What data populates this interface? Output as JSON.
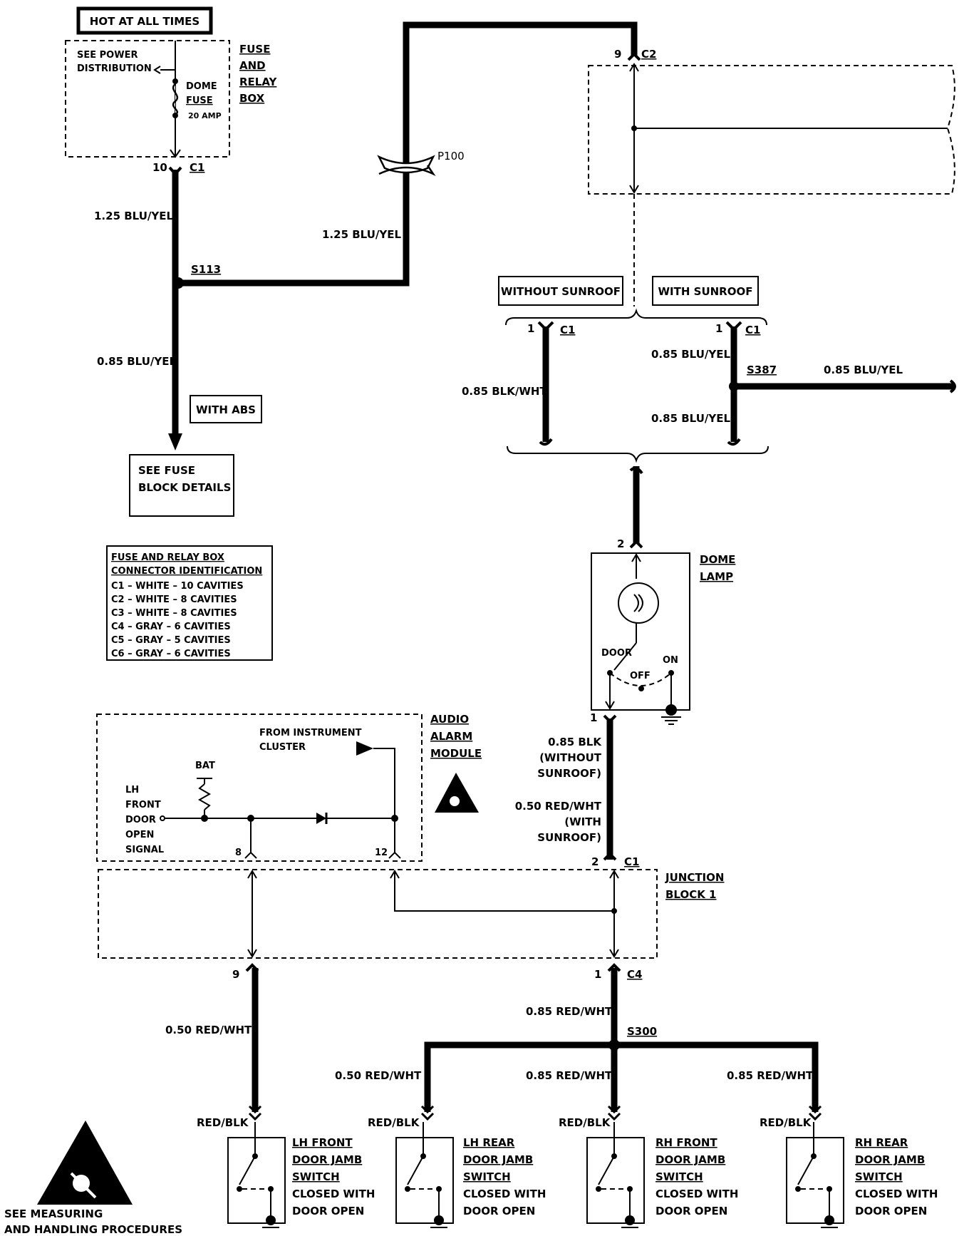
{
  "fuse_box": {
    "hot_label": "HOT AT ALL TIMES",
    "see_power_1": "SEE POWER",
    "see_power_2": "DISTRIBUTION",
    "dome_1": "DOME",
    "fuse": "FUSE",
    "amp": "20 AMP",
    "title": [
      "FUSE",
      "AND",
      "RELAY",
      "BOX"
    ],
    "pin": "10",
    "conn": "C1"
  },
  "left_branch": {
    "wire_top": "1.25 BLU/YEL",
    "splice": "S113",
    "wire_bottom": "0.85 BLU/YEL",
    "with_abs": "WITH ABS",
    "see_fuse_1": "SEE FUSE",
    "see_fuse_2": "BLOCK DETAILS"
  },
  "p100": {
    "label": "P100",
    "wire": "1.25 BLU/YEL"
  },
  "c2": {
    "pin": "9",
    "conn": "C2"
  },
  "connector_id": {
    "title_1": "FUSE AND RELAY BOX",
    "title_2": "CONNECTOR IDENTIFICATION",
    "rows": [
      "C1 – WHITE – 10 CAVITIES",
      "C2 – WHITE – 8 CAVITIES",
      "C3 – WHITE – 8 CAVITIES",
      "C4 – GRAY – 6 CAVITIES",
      "C5 – GRAY – 5 CAVITIES",
      "C6 – GRAY – 6 CAVITIES"
    ]
  },
  "sunroof": {
    "without": "WITHOUT SUNROOF",
    "with": "WITH SUNROOF",
    "pin_without": "1",
    "conn_without": "C1",
    "pin_with": "1",
    "conn_with": "C1",
    "wire_without": "0.85 BLK/WHT",
    "wire_with_top": "0.85 BLU/YEL",
    "splice": "S387",
    "wire_right": "0.85 BLU/YEL",
    "wire_with_bottom": "0.85 BLU/YEL"
  },
  "dome_lamp": {
    "pin_top": "2",
    "title": [
      "DOME",
      "LAMP"
    ],
    "door": "DOOR",
    "on": "ON",
    "off": "OFF",
    "pin_bottom": "1"
  },
  "mid_wire": {
    "line1": "0.85 BLK",
    "line2": "(WITHOUT",
    "line3": "SUNROOF)",
    "line4": "0.50 RED/WHT",
    "line5": "(WITH",
    "line6": "SUNROOF)",
    "pin": "2",
    "conn": "C1"
  },
  "audio_alarm": {
    "from_1": "FROM INSTRUMENT",
    "from_2": "CLUSTER",
    "bat": "BAT",
    "signal": [
      "LH",
      "FRONT",
      "DOOR",
      "OPEN",
      "SIGNAL"
    ],
    "pin_8": "8",
    "pin_12": "12",
    "title": [
      "AUDIO",
      "ALARM",
      "MODULE"
    ]
  },
  "junction": {
    "title": [
      "JUNCTION",
      "BLOCK 1"
    ],
    "pin_left": "9",
    "pin_right": "1",
    "conn_right": "C4"
  },
  "bottom": {
    "wire_left": "0.50 RED/WHT",
    "wire_main": "0.85 RED/WHT",
    "splice": "S300",
    "wire_b2": "0.50 RED/WHT",
    "wire_b3": "0.85 RED/WHT",
    "wire_b4": "0.85 RED/WHT",
    "switch_wire": "RED/BLK",
    "switches": [
      {
        "name": [
          "LH FRONT",
          "DOOR JAMB",
          "SWITCH"
        ],
        "note": [
          "CLOSED WITH",
          "DOOR OPEN"
        ]
      },
      {
        "name": [
          "LH REAR",
          "DOOR JAMB",
          "SWITCH"
        ],
        "note": [
          "CLOSED WITH",
          "DOOR OPEN"
        ]
      },
      {
        "name": [
          "RH FRONT",
          "DOOR JAMB",
          "SWITCH"
        ],
        "note": [
          "CLOSED WITH",
          "DOOR OPEN"
        ]
      },
      {
        "name": [
          "RH REAR",
          "DOOR JAMB",
          "SWITCH"
        ],
        "note": [
          "CLOSED WITH",
          "DOOR OPEN"
        ]
      }
    ]
  },
  "esd": {
    "line1": "SEE MEASURING",
    "line2": "AND HANDLING PROCEDURES"
  }
}
